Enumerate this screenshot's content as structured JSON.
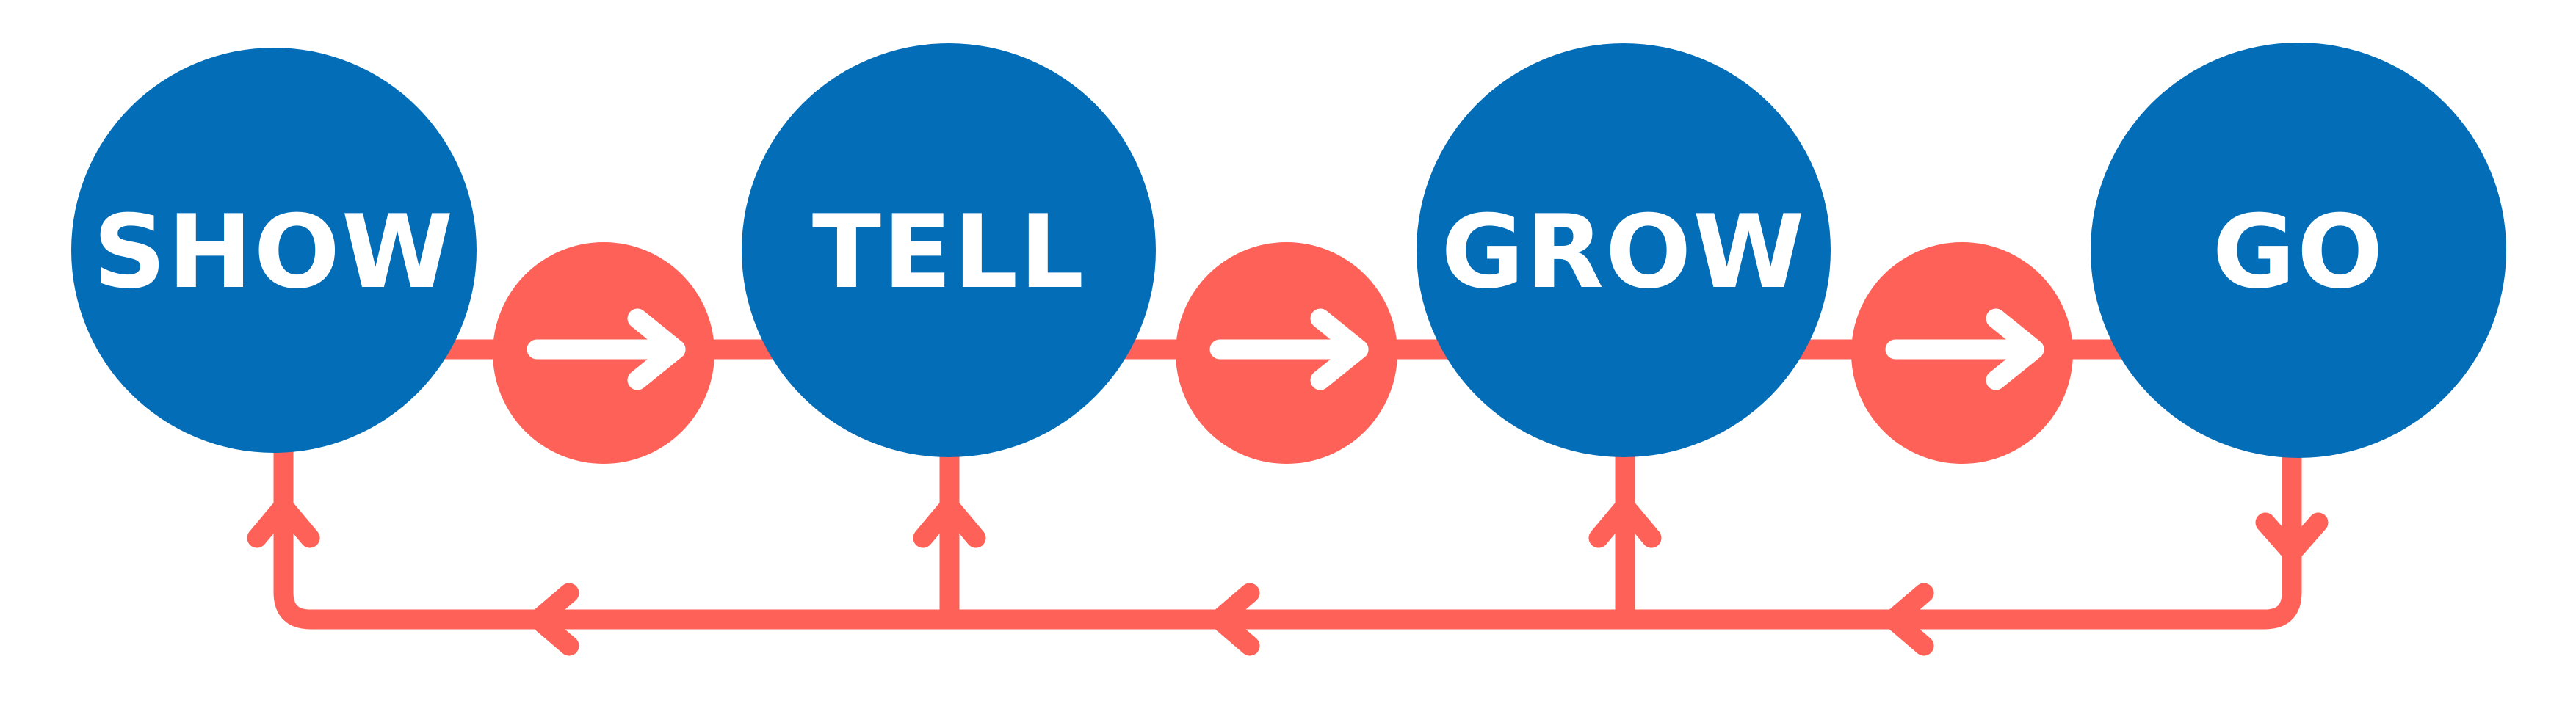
{
  "title": "Show Tell Grow Go cycle",
  "colors": {
    "stage_fill": "#036EB7",
    "connector": "#FE6157",
    "arrow_glyph": "#FFFFFF",
    "label": "#FFFFFF",
    "background": "#FFFFFF"
  },
  "stages": [
    {
      "id": "show",
      "label": "SHOW"
    },
    {
      "id": "tell",
      "label": "TELL"
    },
    {
      "id": "grow",
      "label": "GROW"
    },
    {
      "id": "go",
      "label": "GO"
    }
  ],
  "forward_connectors": [
    {
      "from": "show",
      "to": "tell",
      "icon": "arrow-right-icon"
    },
    {
      "from": "tell",
      "to": "grow",
      "icon": "arrow-right-icon"
    },
    {
      "from": "grow",
      "to": "go",
      "icon": "arrow-right-icon"
    }
  ],
  "feedback_loop": {
    "description": "Return path along the bottom from GO back to each earlier stage",
    "exit_stage": "go",
    "return_stages": [
      "grow",
      "tell",
      "show"
    ],
    "direction_markers": [
      "arrow-left-icon",
      "arrow-left-icon",
      "arrow-left-icon"
    ]
  }
}
